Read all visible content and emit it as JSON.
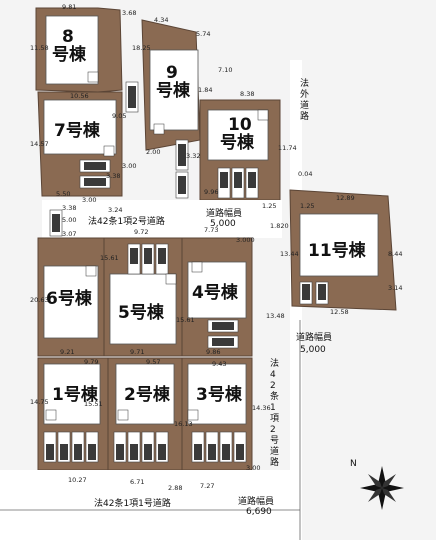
{
  "lots": [
    {
      "id": "8",
      "label": "8\n号棟"
    },
    {
      "id": "9",
      "label": "9\n号棟"
    },
    {
      "id": "10",
      "label": "10\n号棟"
    },
    {
      "id": "7",
      "label": "7号棟"
    },
    {
      "id": "11",
      "label": "11号棟"
    },
    {
      "id": "6",
      "label": "6号棟"
    },
    {
      "id": "5",
      "label": "5号棟"
    },
    {
      "id": "4",
      "label": "4号棟"
    },
    {
      "id": "1",
      "label": "1号棟"
    },
    {
      "id": "2",
      "label": "2号棟"
    },
    {
      "id": "3",
      "label": "3号棟"
    }
  ],
  "roads": {
    "internal": "法42条1項2号道路",
    "internal_width_label": "道路幅員",
    "internal_width": "5,000",
    "east_vertical": "法42条1項2号道路",
    "east_width_label": "道路幅員",
    "east_width": "5,000",
    "south": "法42条1項1号道路",
    "south_width_label": "道路幅員",
    "south_width": "6,690",
    "outside_road": "法外道路"
  },
  "dimensions": [
    "9.81",
    "3.68",
    "4.34",
    "5.74",
    "11.58",
    "18.25",
    "7.10",
    "10.56",
    "8.38",
    "1.84",
    "9.05",
    "14.57",
    "2.00",
    "3.32",
    "11.74",
    "0.04",
    "3.00",
    "3.38",
    "9.96",
    "1.25",
    "12.89",
    "5.50",
    "3.38",
    "3.00",
    "3.24",
    "1.25",
    "5.00",
    "3.07",
    "9.72",
    "7.73",
    "3.000",
    "1.820",
    "13.44",
    "8.44",
    "20.63",
    "15.61",
    "3.14",
    "12.58",
    "13.48",
    "15.61",
    "9.21",
    "9.71",
    "9.86",
    "9.79",
    "9.57",
    "9.43",
    "14.75",
    "15.51",
    "16.13",
    "14.36",
    "10.27",
    "6.71",
    "2.88",
    "7.27",
    "3.00"
  ],
  "compass": {
    "north": "N"
  }
}
